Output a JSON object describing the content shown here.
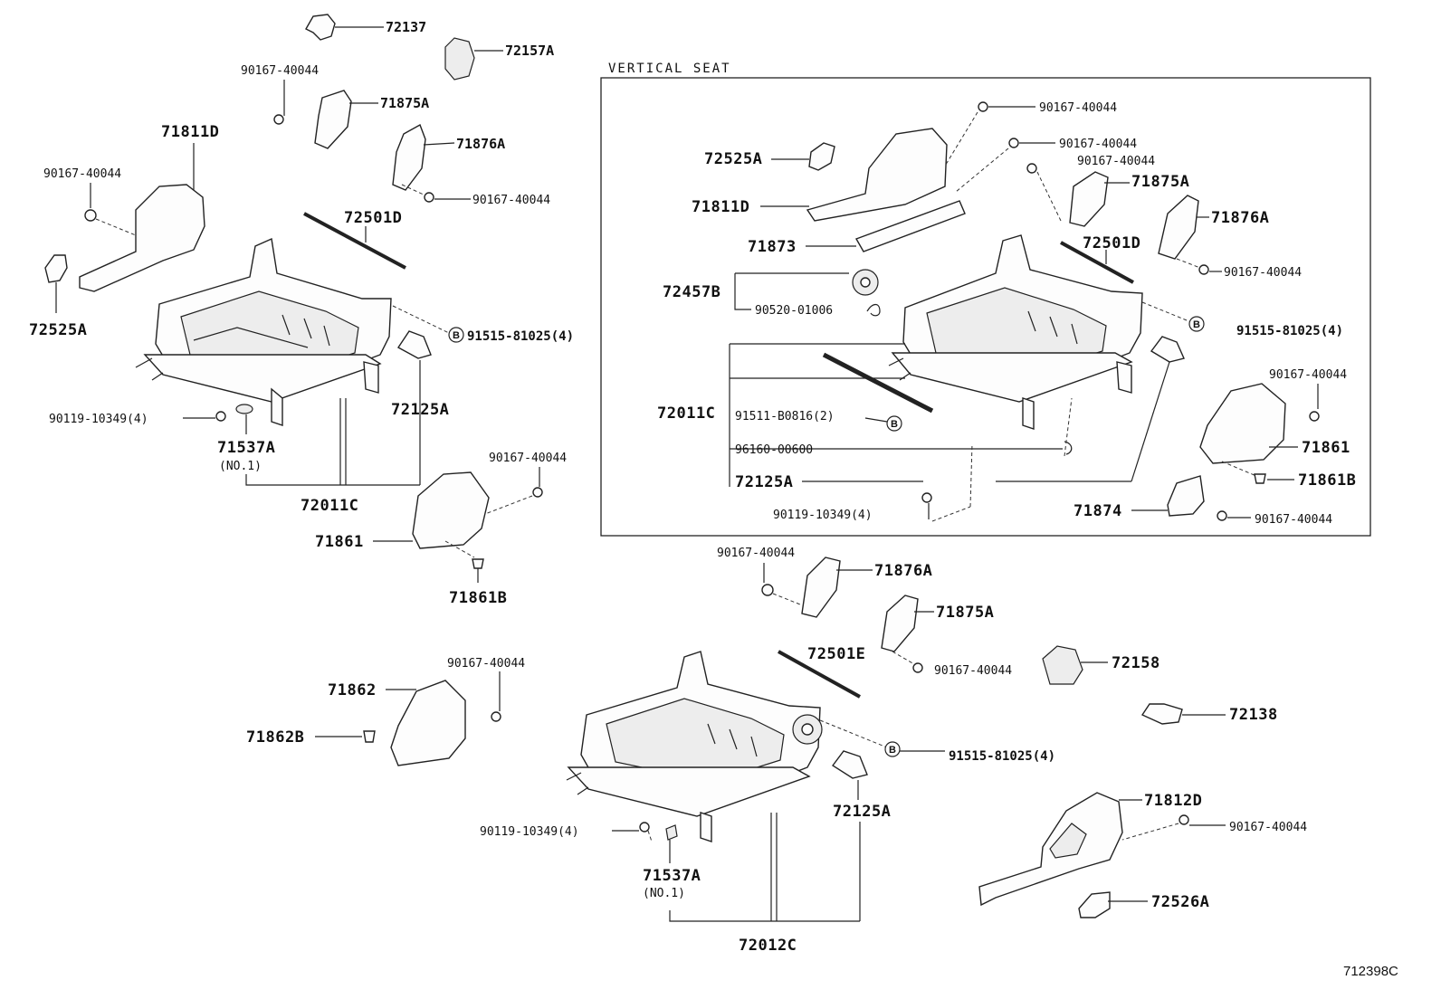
{
  "diagram": {
    "reference_number": "712398C",
    "inset_title": "VERTICAL SEAT",
    "callout_marker": "B",
    "left_assembly": {
      "p72137": "72137",
      "p72157A": "72157A",
      "bolt_top": "90167-40044",
      "p71875A": "71875A",
      "p71876A": "71876A",
      "p71811D": "71811D",
      "bolt_left": "90167-40044",
      "bolt_mid": "90167-40044",
      "p72501D": "72501D",
      "p72525A": "72525A",
      "p91515": "91515-81025(4)",
      "p72125A": "72125A",
      "p90119": "90119-10349(4)",
      "p71537A": "71537A",
      "p71537A_note": "(NO.1)",
      "p72011C": "72011C",
      "bolt_71861": "90167-40044",
      "p71861": "71861",
      "p71861B": "71861B"
    },
    "vertical_seat": {
      "bolt_a": "90167-40044",
      "bolt_b": "90167-40044",
      "bolt_c": "90167-40044",
      "p72525A": "72525A",
      "p71875A": "71875A",
      "p71811D": "71811D",
      "p71876A": "71876A",
      "p71873": "71873",
      "p72501D": "72501D",
      "p72457B": "72457B",
      "bolt_d": "90167-40044",
      "p90520": "90520-01006",
      "p91515": "91515-81025(4)",
      "bolt_e": "90167-40044",
      "p72011C": "72011C",
      "p91511": "91511-B0816(2)",
      "p71861": "71861",
      "p96160": "96160-00600",
      "p71861B": "71861B",
      "p72125A": "72125A",
      "p71874": "71874",
      "p90119": "90119-10349(4)",
      "bolt_f": "90167-40044"
    },
    "lower_assembly": {
      "bolt_a": "90167-40044",
      "p71876A": "71876A",
      "p71875A": "71875A",
      "p72501E": "72501E",
      "bolt_b": "90167-40044",
      "p72158": "72158",
      "bolt_c": "90167-40044",
      "p71862": "71862",
      "p71862B": "71862B",
      "p72138": "72138",
      "p91515": "91515-81025(4)",
      "p72125A": "72125A",
      "p71812D": "71812D",
      "p90119": "90119-10349(4)",
      "bolt_d": "90167-40044",
      "p71537A": "71537A",
      "p71537A_note": "(NO.1)",
      "p72526A": "72526A",
      "p72012C": "72012C"
    }
  }
}
